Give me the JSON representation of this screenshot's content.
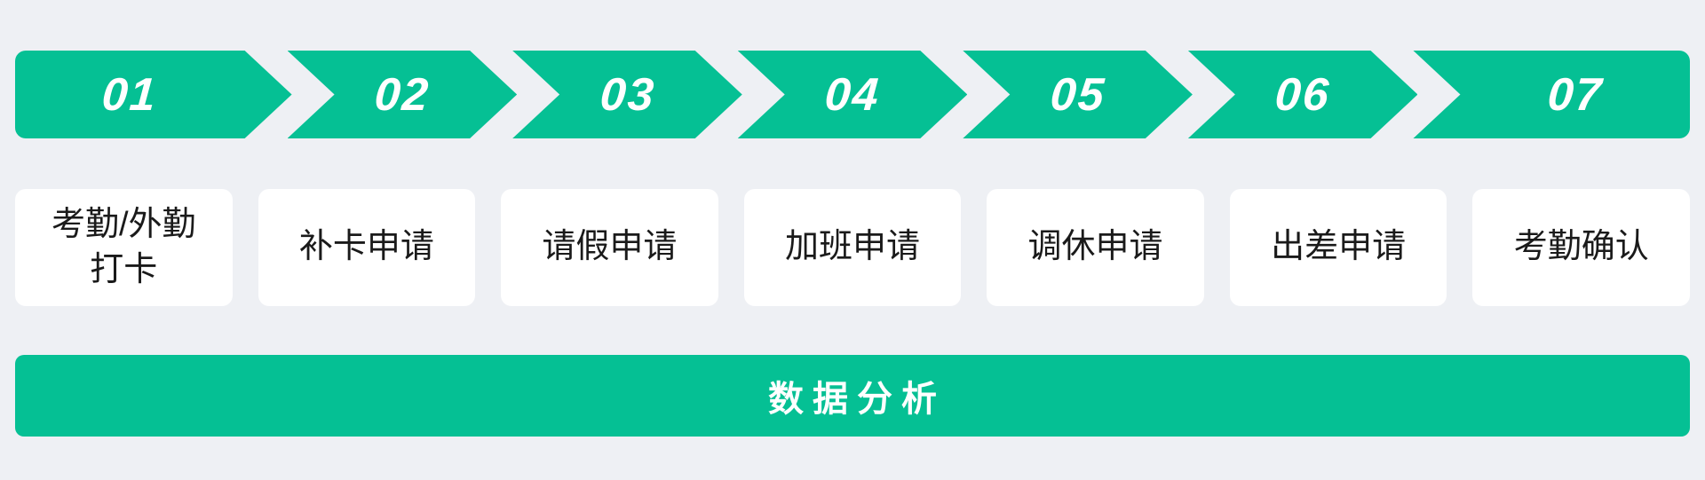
{
  "palette": {
    "accent_green": "#05c094",
    "page_background": "#eef0f4",
    "card_background": "#ffffff",
    "card_text": "#1a1a1a",
    "arrow_text": "#ffffff"
  },
  "flow": {
    "steps": [
      {
        "number": "01",
        "label": "考勤/外勤打卡",
        "lines": [
          "考勤/外勤",
          "打卡"
        ]
      },
      {
        "number": "02",
        "label": "补卡申请",
        "lines": [
          "补卡申请"
        ]
      },
      {
        "number": "03",
        "label": "请假申请",
        "lines": [
          "请假申请"
        ]
      },
      {
        "number": "04",
        "label": "加班申请",
        "lines": [
          "加班申请"
        ]
      },
      {
        "number": "05",
        "label": "调休申请",
        "lines": [
          "调休申请"
        ]
      },
      {
        "number": "06",
        "label": "出差申请",
        "lines": [
          "出差申请"
        ]
      },
      {
        "number": "07",
        "label": "考勤确认",
        "lines": [
          "考勤确认"
        ]
      }
    ],
    "summary_bar": {
      "label": "数据分析"
    }
  }
}
